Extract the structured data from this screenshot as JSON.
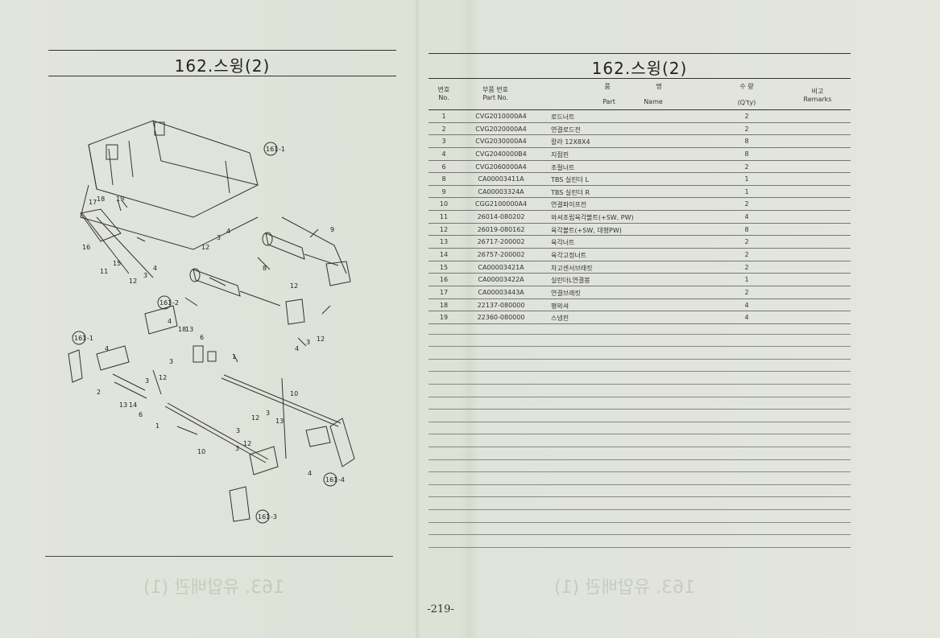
{
  "left_page": {
    "title": "162.스윙(2)",
    "callouts": [
      {
        "id": "c161-1a",
        "text": "161"
      },
      {
        "id": "c161-1a-sfx",
        "text": "-1"
      },
      {
        "id": "c161-2",
        "text": "161"
      },
      {
        "id": "c161-2-sfx",
        "text": "-2"
      },
      {
        "id": "c161-1b",
        "text": "161"
      },
      {
        "id": "c161-1b-sfx",
        "text": "-1"
      },
      {
        "id": "c161-4",
        "text": "161"
      },
      {
        "id": "c161-4-sfx",
        "text": "-4"
      },
      {
        "id": "c161-3",
        "text": "161"
      },
      {
        "id": "c161-3-sfx",
        "text": "-3"
      }
    ],
    "labels": [
      "9",
      "8",
      "4",
      "3",
      "12",
      "17",
      "18",
      "19",
      "16",
      "15",
      "11",
      "12",
      "3",
      "4",
      "12",
      "6",
      "13",
      "18",
      "4",
      "3",
      "2",
      "4",
      "3",
      "12",
      "13",
      "14",
      "6",
      "1",
      "10",
      "1",
      "3",
      "12",
      "3",
      "13",
      "10",
      "4",
      "3",
      "12",
      "4",
      "3",
      "12"
    ]
  },
  "right_page": {
    "title": "162.스윙(2)",
    "headers": {
      "no_ko": "번호",
      "no_en": "No.",
      "part_ko": "부품 번호",
      "part_en": "Part No.",
      "name_ko_1": "품",
      "name_ko_2": "명",
      "name_en_1": "Part",
      "name_en_2": "Name",
      "qty_ko": "수 량",
      "qty_en": "(Q'ty)",
      "remarks_ko": "비고",
      "remarks_en": "Remarks"
    },
    "rows": [
      {
        "no": "1",
        "part": "CVG2010000A4",
        "name": "로드너트",
        "qty": "2"
      },
      {
        "no": "2",
        "part": "CVG2020000A4",
        "name": "연결로드전",
        "qty": "2"
      },
      {
        "no": "3",
        "part": "CVG2030000A4",
        "name": "칼라 12X8X4",
        "qty": "8"
      },
      {
        "no": "4",
        "part": "CVG2040000B4",
        "name": "지점핀",
        "qty": "8"
      },
      {
        "no": "6",
        "part": "CVG2060000A4",
        "name": "조절너트",
        "qty": "2"
      },
      {
        "no": "8",
        "part": "CA00003411A",
        "name": "TBS 실린더 L",
        "qty": "1"
      },
      {
        "no": "9",
        "part": "CA00003324A",
        "name": "TBS 실린더 R",
        "qty": "1"
      },
      {
        "no": "10",
        "part": "CGG2100000A4",
        "name": "연결파이프전",
        "qty": "2"
      },
      {
        "no": "11",
        "part": "26014-080202",
        "name": "와셔조립육각볼트(+SW, PW)",
        "qty": "4"
      },
      {
        "no": "12",
        "part": "26019-080162",
        "name": "육각볼트(+SW, 대형PW)",
        "qty": "8"
      },
      {
        "no": "13",
        "part": "26717-200002",
        "name": "육각너트",
        "qty": "2"
      },
      {
        "no": "14",
        "part": "26757-200002",
        "name": "육각고정너트",
        "qty": "2"
      },
      {
        "no": "15",
        "part": "CA00003421A",
        "name": "차고센서브래킷",
        "qty": "2"
      },
      {
        "no": "16",
        "part": "CA00003422A",
        "name": "실린더L연결봉",
        "qty": "1"
      },
      {
        "no": "17",
        "part": "CA00003443A",
        "name": "연결브래킷",
        "qty": "2"
      },
      {
        "no": "18",
        "part": "22137-080000",
        "name": "평와셔",
        "qty": "4"
      },
      {
        "no": "19",
        "part": "22360-080000",
        "name": "스냅핀",
        "qty": "4"
      }
    ]
  },
  "page_number": "-219-",
  "bleed_through": {
    "left": "163. 유압배관 (1)",
    "right": "163. 유압배관 (1)"
  }
}
